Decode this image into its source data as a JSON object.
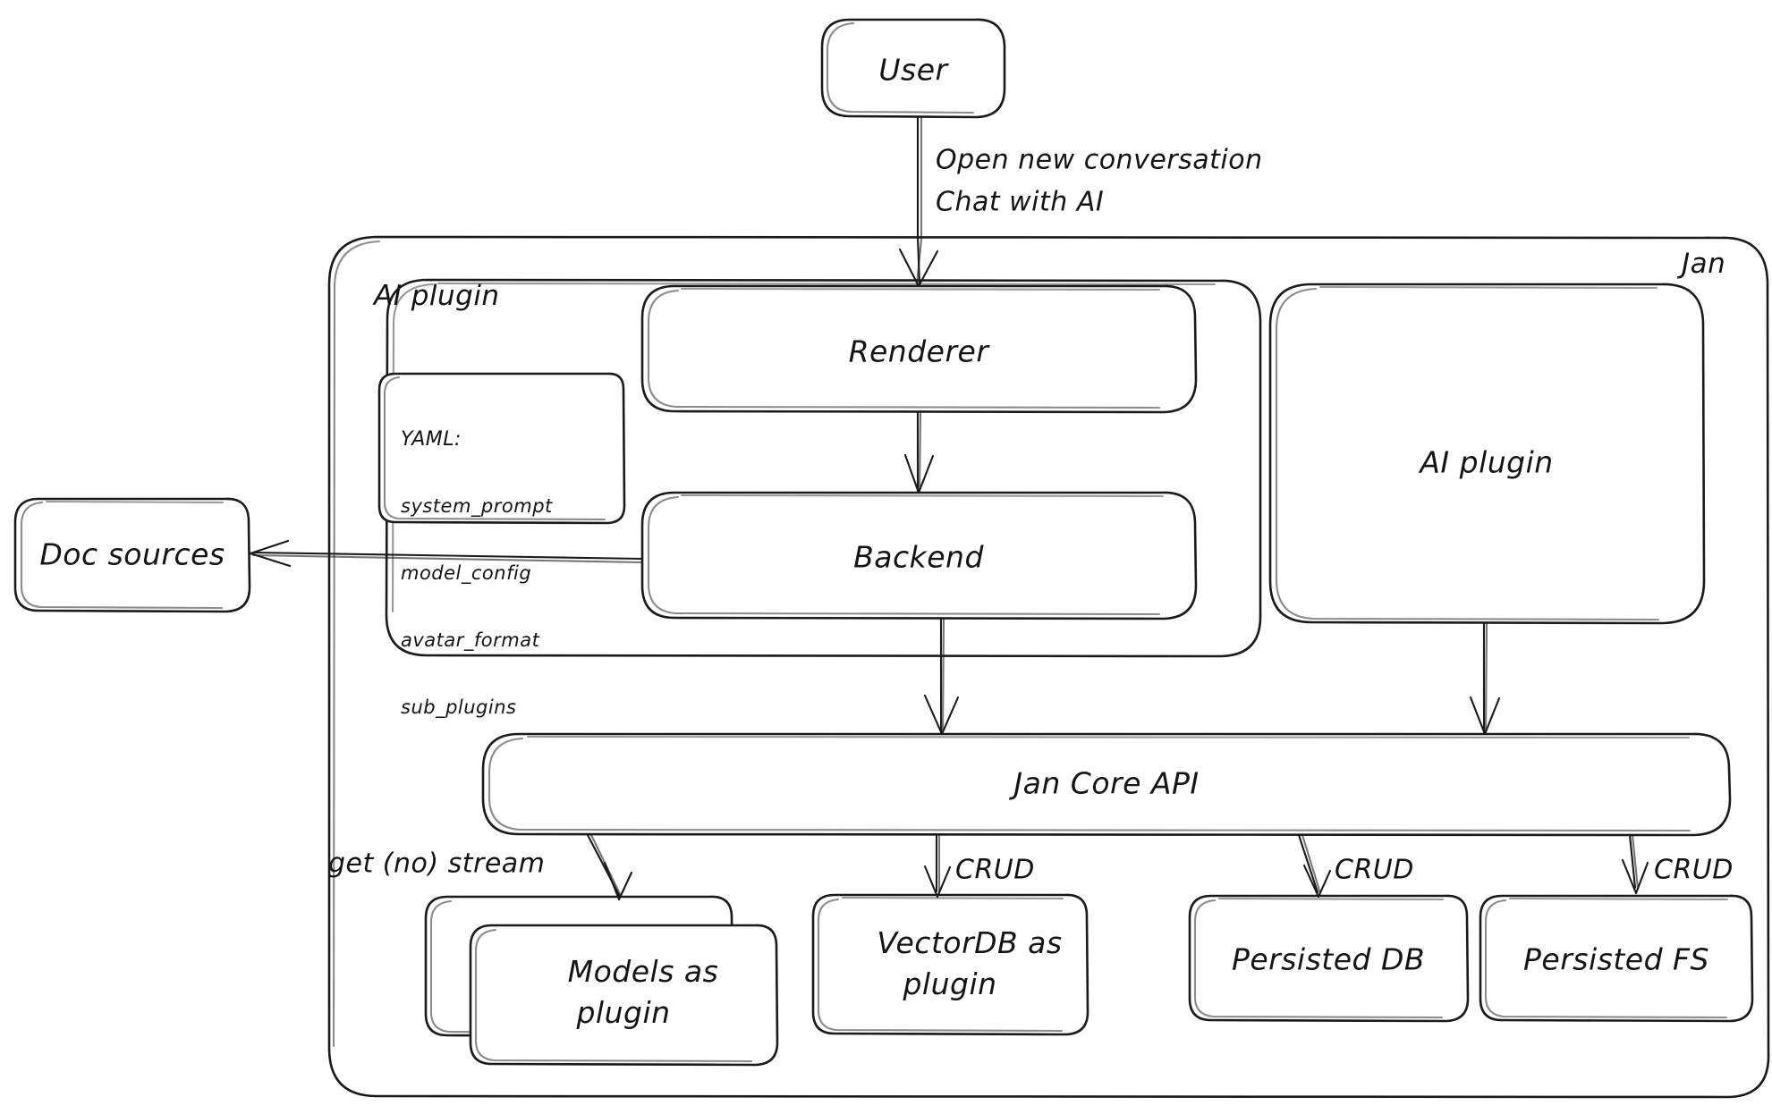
{
  "diagram": {
    "title": "Jan architecture diagram",
    "style": "hand-drawn",
    "background_color": "#ffffff",
    "stroke_color": "#1a1a1a",
    "containers": [
      {
        "id": "jan",
        "label": "Jan",
        "label_position": "top-right"
      },
      {
        "id": "ai-plugin-group",
        "label": "AI plugin",
        "label_position": "top-left"
      }
    ],
    "nodes": [
      {
        "id": "user",
        "label": "User"
      },
      {
        "id": "renderer",
        "label": "Renderer"
      },
      {
        "id": "backend",
        "label": "Backend"
      },
      {
        "id": "ai-plugin-box",
        "label": "AI plugin"
      },
      {
        "id": "doc-sources",
        "label": "Doc sources"
      },
      {
        "id": "jan-core-api",
        "label": "Jan Core API"
      },
      {
        "id": "models-as-plugin",
        "label": "Models as\nplugin"
      },
      {
        "id": "vectordb-as-plugin",
        "label": "VectorDB as\nplugin"
      },
      {
        "id": "persisted-db",
        "label": "Persisted DB"
      },
      {
        "id": "persisted-fs",
        "label": "Persisted FS"
      }
    ],
    "yaml_note": {
      "header": "YAML:",
      "keys": [
        "system_prompt",
        "model_config",
        "avatar_format",
        "sub_plugins"
      ]
    },
    "edges": [
      {
        "from": "user",
        "to": "renderer",
        "label": "Open new conversation\nChat with AI"
      },
      {
        "from": "renderer",
        "to": "backend",
        "label": ""
      },
      {
        "from": "backend",
        "to": "doc-sources",
        "label": ""
      },
      {
        "from": "backend",
        "to": "jan-core-api",
        "label": ""
      },
      {
        "from": "ai-plugin-box",
        "to": "jan-core-api",
        "label": ""
      },
      {
        "from": "jan-core-api",
        "to": "models-as-plugin",
        "label": "get (no) stream"
      },
      {
        "from": "jan-core-api",
        "to": "vectordb-as-plugin",
        "label": "CRUD"
      },
      {
        "from": "jan-core-api",
        "to": "persisted-db",
        "label": "CRUD"
      },
      {
        "from": "jan-core-api",
        "to": "persisted-fs",
        "label": "CRUD"
      }
    ],
    "edge_labels": {
      "user_to_renderer_line1": "Open new conversation",
      "user_to_renderer_line2": "Chat with AI",
      "get_no_stream": "get (no) stream",
      "crud_vectordb": "CRUD",
      "crud_persisted_db": "CRUD",
      "crud_persisted_fs": "CRUD"
    }
  }
}
